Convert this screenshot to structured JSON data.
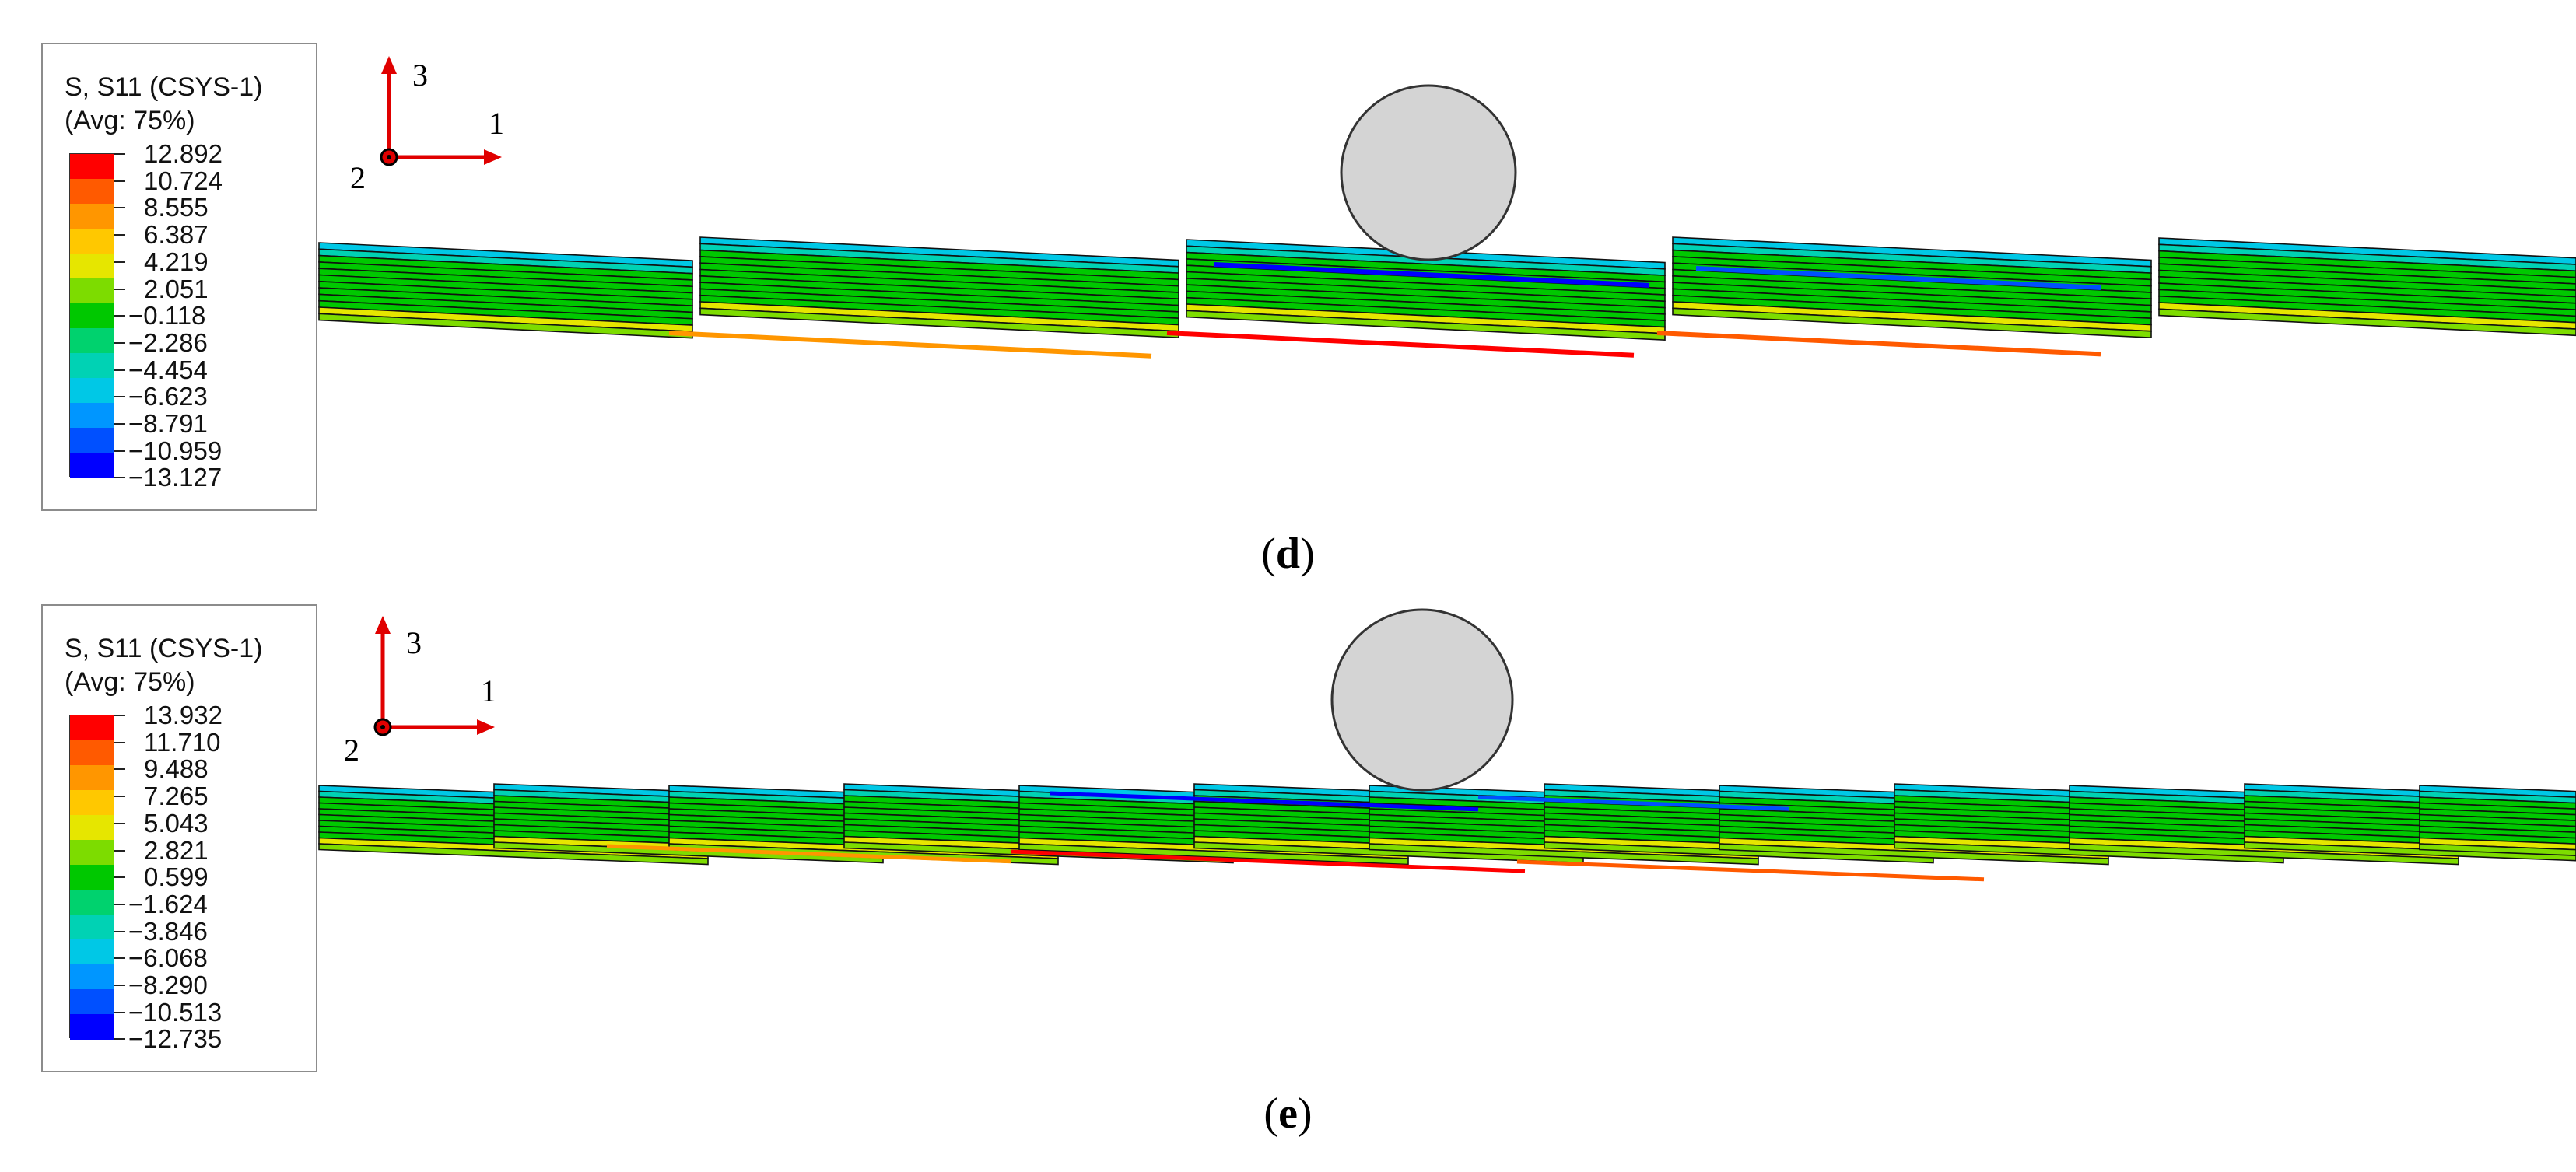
{
  "panels": [
    {
      "id": "d",
      "legend": {
        "title": "S, S11 (CSYS-1)",
        "subtitle": "(Avg: 75%)",
        "values": [
          "12.892",
          "10.724",
          "8.555",
          "6.387",
          "4.219",
          "2.051",
          "−0.118",
          "−2.286",
          "−4.454",
          "−6.623",
          "−8.791",
          "−10.959",
          "−13.127"
        ]
      },
      "triad": {
        "x_label": "1",
        "y_label": "3",
        "origin_label": "2"
      },
      "caption": {
        "open": "(",
        "letter": "d",
        "close": ")"
      }
    },
    {
      "id": "e",
      "legend": {
        "title": "S, S11 (CSYS-1)",
        "subtitle": "(Avg: 75%)",
        "values": [
          "13.932",
          "11.710",
          "9.488",
          "7.265",
          "5.043",
          "2.821",
          "0.599",
          "−1.624",
          "−3.846",
          "−6.068",
          "−8.290",
          "−10.513",
          "−12.735"
        ]
      },
      "triad": {
        "x_label": "1",
        "y_label": "3",
        "origin_label": "2"
      },
      "caption": {
        "open": "(",
        "letter": "e",
        "close": ")"
      }
    }
  ],
  "colors": {
    "contour_scale": [
      "#ff0000",
      "#ff5a00",
      "#ff9600",
      "#ffc800",
      "#e6e600",
      "#7ddc00",
      "#00c800",
      "#00d26e",
      "#00d2b4",
      "#00c8e6",
      "#0096ff",
      "#0050ff",
      "#0000ff"
    ],
    "triad": "#e00000",
    "indenter_fill": "#d4d4d4",
    "indenter_stroke": "#333333",
    "laminate_base": "#00c800",
    "laminate_line": "#111111"
  },
  "icons": {
    "indenter": "cylinder-indenter",
    "triad": "coordinate-triad"
  }
}
